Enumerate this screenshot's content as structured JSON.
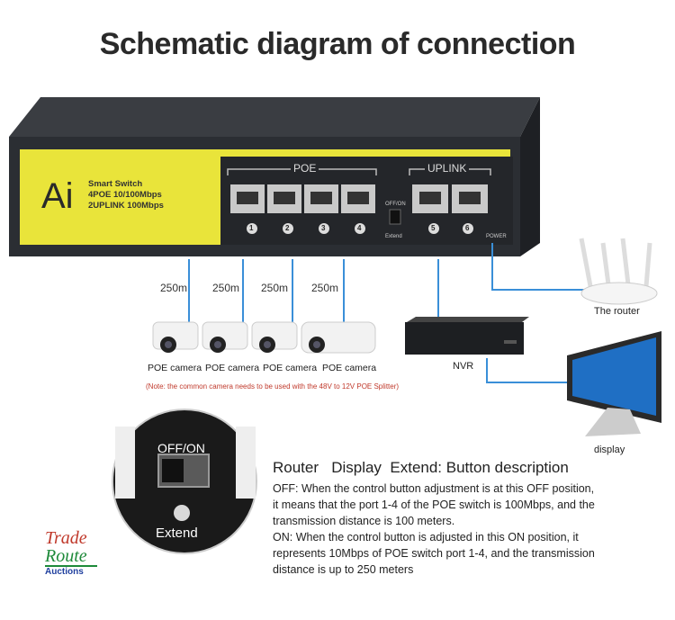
{
  "title": "Schematic diagram of connection",
  "switch": {
    "brand": "Ai",
    "spec_line1": "Smart Switch",
    "spec_line2": "4POE 10/100Mbps",
    "spec_line3": "2UPLINK 100Mbps",
    "poe_group_label": "POE",
    "uplink_group_label": "UPLINK",
    "port_numbers": [
      "1",
      "2",
      "3",
      "4",
      "5",
      "6"
    ],
    "switch_label": "OFF/ON",
    "extend_label": "Extend",
    "power_label": "POWER"
  },
  "cable_distances": [
    "250m",
    "250m",
    "250m",
    "250m"
  ],
  "cameras": [
    "POE camera",
    "POE camera",
    "POE camera",
    "POE camera"
  ],
  "note": "(Note: the common camera needs to be used with the 48V to 12V POE Splitter)",
  "devices": {
    "router": "The router",
    "nvr": "NVR",
    "display": "display"
  },
  "closeup": {
    "switch_label": "OFF/ON",
    "extend_label": "Extend"
  },
  "description": {
    "heading": "Router   Display  Extend: Button description",
    "lines": [
      "OFF: When the control button adjustment is at this OFF position,",
      "it means that the port 1-4 of the POE switch is 100Mbps, and the",
      "transmission distance is 100 meters.",
      "ON: When the control button is adjusted in this ON position, it",
      "represents 10Mbps of POE switch port 1-4, and the transmission",
      "distance is up to 250 meters"
    ]
  },
  "logo": {
    "word1": "Trade",
    "word2": "Route",
    "word3": "Auctions",
    "colors": [
      "#c0392b",
      "#1e8a3a",
      "#1f3f9e"
    ]
  },
  "colors": {
    "accent_yellow": "#e9e43a",
    "cable_blue": "#3a8fd8",
    "switch_body": "#2b2e33"
  }
}
